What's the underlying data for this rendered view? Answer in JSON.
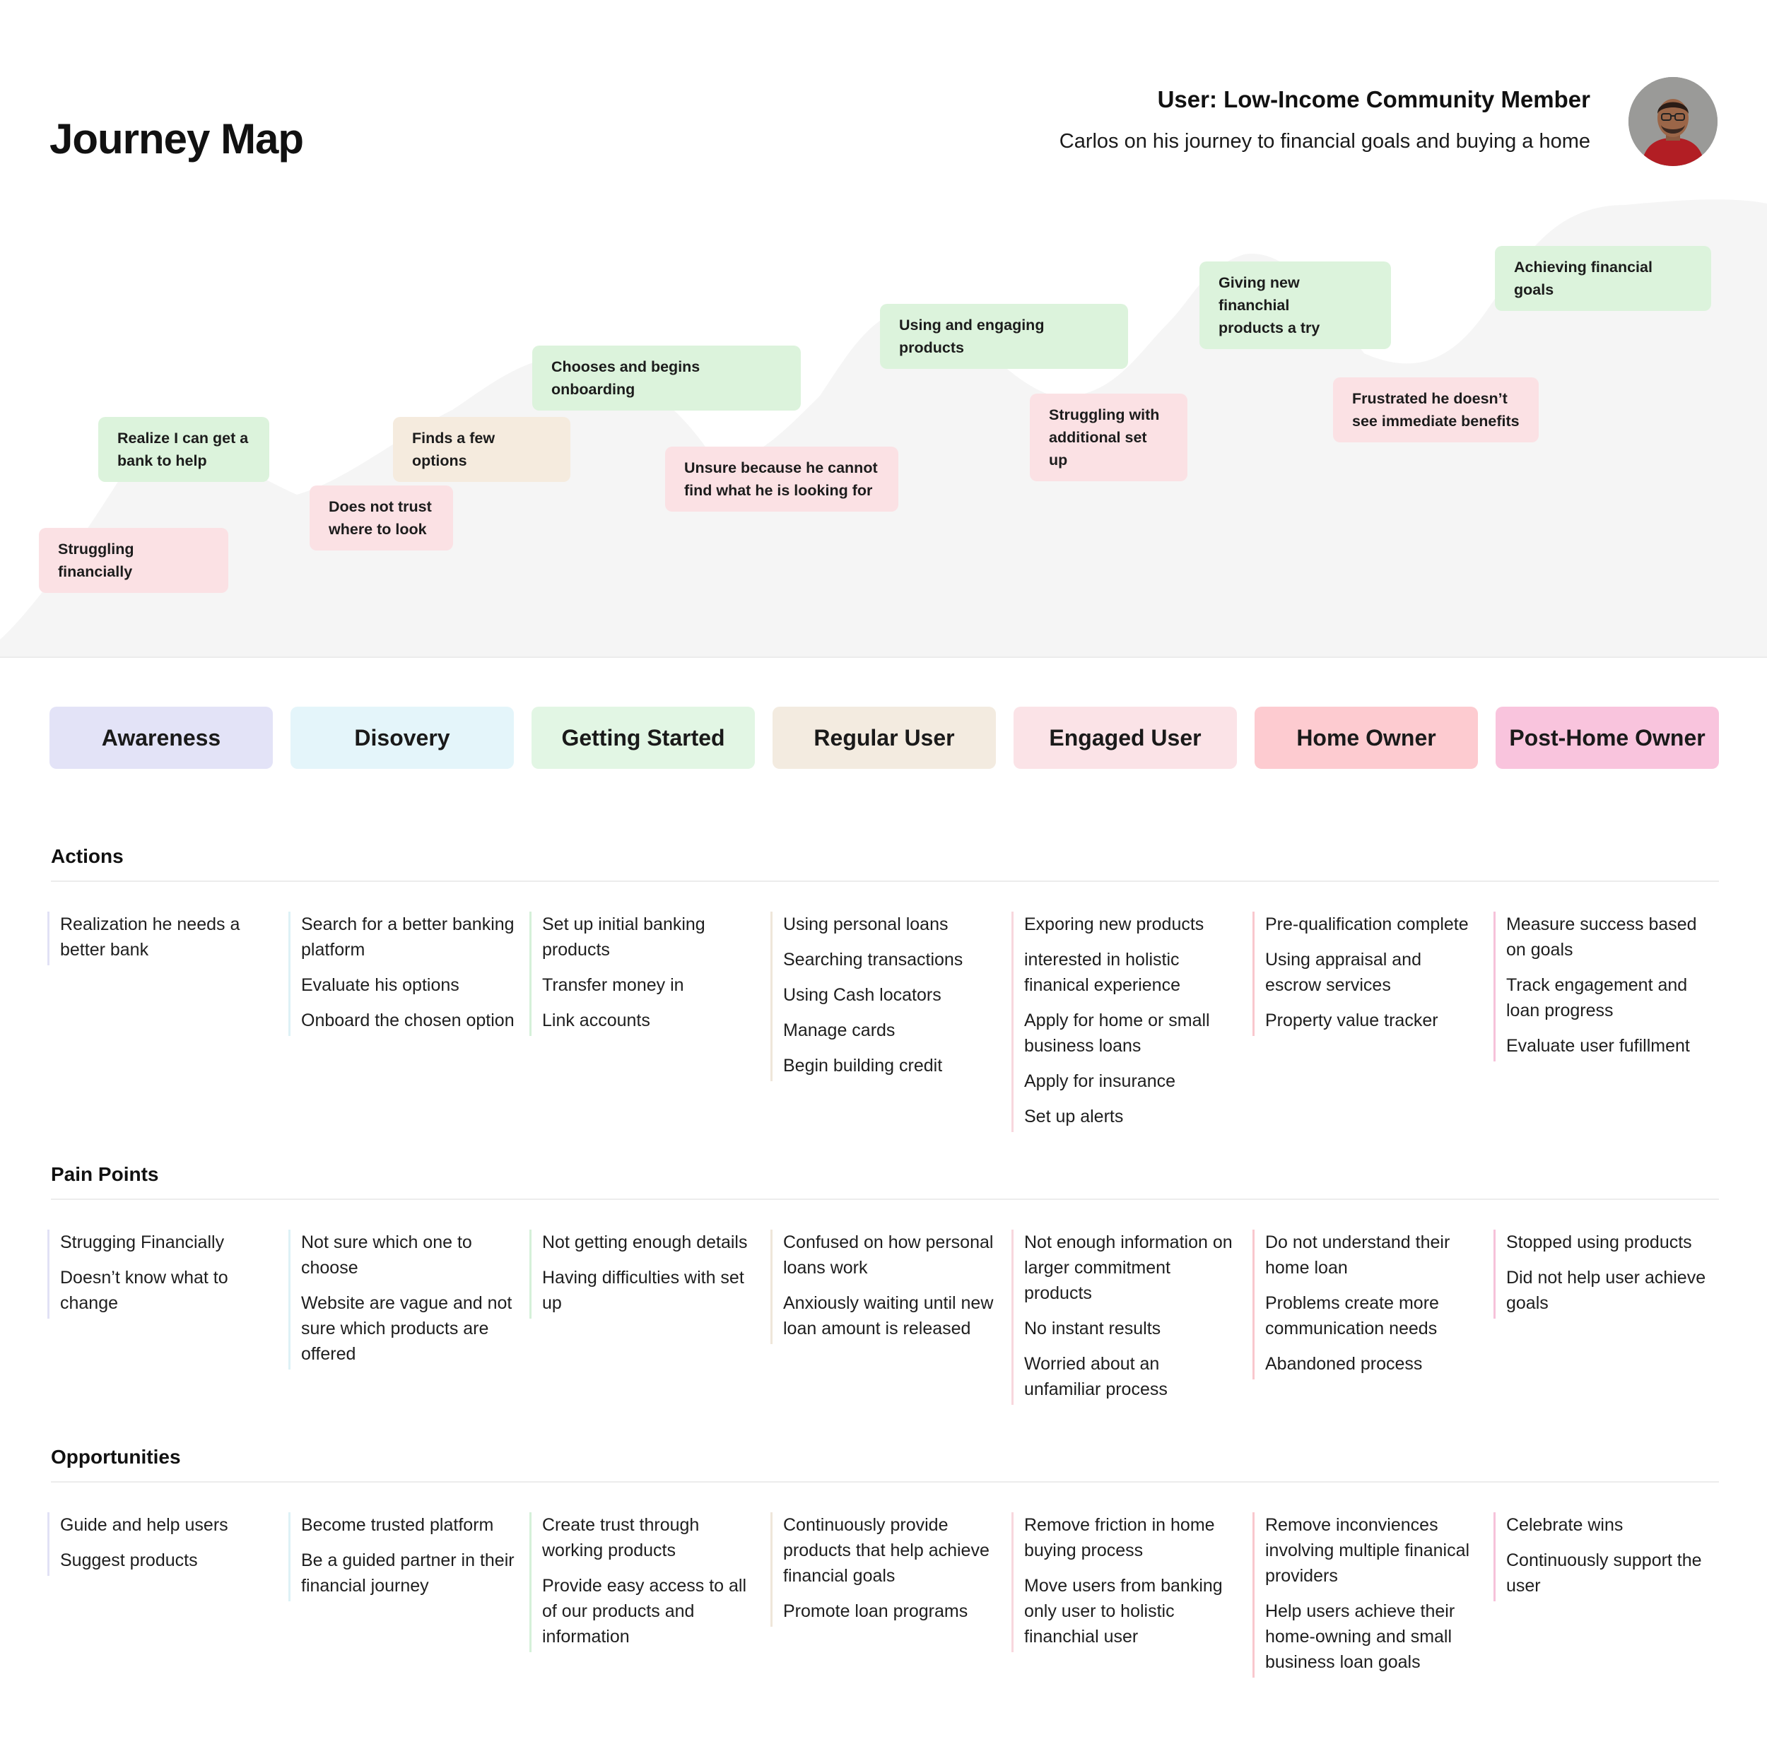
{
  "header": {
    "title": "Journey Map",
    "user_title": "User: Low-Income Community Member",
    "user_subtitle": "Carlos on his journey to financial goals and buying a home"
  },
  "journey_points": [
    {
      "text": "Struggling financially",
      "sentiment": "negative"
    },
    {
      "text": "Realize I can get a\nbank to help",
      "sentiment": "positive"
    },
    {
      "text": "Does not trust\nwhere to look",
      "sentiment": "negative"
    },
    {
      "text": "Finds a few options",
      "sentiment": "neutral"
    },
    {
      "text": "Chooses and begins onboarding",
      "sentiment": "positive"
    },
    {
      "text": "Unsure because he cannot\nfind what he is looking for",
      "sentiment": "negative"
    },
    {
      "text": "Using and engaging products",
      "sentiment": "positive"
    },
    {
      "text": "Struggling with\nadditional set up",
      "sentiment": "negative"
    },
    {
      "text": "Giving new financhial\nproducts a try",
      "sentiment": "positive"
    },
    {
      "text": "Frustrated he doesn’t\nsee immediate benefits",
      "sentiment": "negative"
    },
    {
      "text": "Achieving financial goals",
      "sentiment": "positive"
    }
  ],
  "stages": [
    {
      "label": "Awareness",
      "color": "#e3e3f7"
    },
    {
      "label": "Disovery",
      "color": "#e4f5fa"
    },
    {
      "label": "Getting Started",
      "color": "#e2f6e4"
    },
    {
      "label": "Regular User",
      "color": "#f3ebe0"
    },
    {
      "label": "Engaged User",
      "color": "#fbe3e7"
    },
    {
      "label": "Home Owner",
      "color": "#fdcbd0"
    },
    {
      "label": "Post-Home Owner",
      "color": "#f9c4dd"
    }
  ],
  "stage_rule_colors": [
    "#e1e1f5",
    "#ddf1f6",
    "#d5f0d9",
    "#efe6da",
    "#f8d7dd",
    "#f9c8ce",
    "#f6c2da"
  ],
  "sections": [
    {
      "title": "Actions",
      "columns": [
        [
          "Realization he needs a better bank"
        ],
        [
          "Search for a better banking platform",
          "Evaluate his options",
          "Onboard the chosen option"
        ],
        [
          "Set up initial banking products",
          "Transfer money in",
          "Link accounts"
        ],
        [
          "Using personal loans",
          "Searching transactions",
          "Using Cash locators",
          "Manage cards",
          "Begin building credit"
        ],
        [
          "Exporing new products",
          "interested in holistic finanical experience",
          "Apply for home or small business loans",
          "Apply for insurance",
          "Set up alerts"
        ],
        [
          "Pre-qualification complete",
          "Using appraisal and escrow services",
          "Property value tracker"
        ],
        [
          "Measure success based on goals",
          "Track engagement and loan progress",
          "Evaluate user fufillment"
        ]
      ]
    },
    {
      "title": "Pain Points",
      "columns": [
        [
          "Strugging Financially",
          "Doesn’t know what to change"
        ],
        [
          "Not sure which one to choose",
          "Website are vague and not sure which products are offered"
        ],
        [
          "Not getting enough details",
          "Having difficulties with set up"
        ],
        [
          "Confused on how personal loans work",
          "Anxiously waiting until new loan amount is released"
        ],
        [
          "Not enough information on larger commitment products",
          "No instant results",
          "Worried about an unfamiliar process"
        ],
        [
          "Do not understand their home loan",
          "Problems create more communication needs",
          "Abandoned process"
        ],
        [
          "Stopped using products",
          "Did not help user achieve goals"
        ]
      ]
    },
    {
      "title": "Opportunities",
      "columns": [
        [
          "Guide and help users",
          "Suggest products"
        ],
        [
          "Become trusted platform",
          "Be a guided partner in their financial journey"
        ],
        [
          "Create trust through working products",
          "Provide easy access to all of our products and information"
        ],
        [
          "Continuously provide products that help achieve financial goals",
          "Promote loan programs"
        ],
        [
          "Remove friction in home buying process",
          "Move users from banking only user to holistic financhial user"
        ],
        [
          "Remove inconviences involving multiple finanical providers",
          "Help users achieve their home-owning and small business loan goals"
        ],
        [
          "Celebrate wins",
          "Continuously support the user"
        ]
      ]
    }
  ]
}
